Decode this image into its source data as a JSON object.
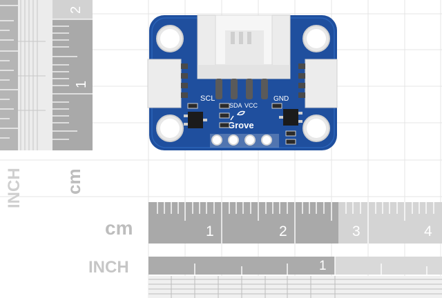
{
  "ruler": {
    "cm_unit": "cm",
    "inch_unit": "INCH",
    "cm_numbers": [
      "1",
      "2",
      "3",
      "4"
    ],
    "inch_numbers": [
      "1"
    ],
    "left_cm_numbers": [
      "1",
      "2"
    ]
  },
  "board": {
    "silkscreen": {
      "scl": "SCL",
      "sda": "SDA",
      "vcc": "VCC",
      "gnd": "GND",
      "brand": "Grove"
    }
  },
  "colors": {
    "pcb_blue": "#1f4f9e",
    "ruler_dark": "#a8a8a8",
    "ruler_light": "#d6d6d6",
    "grid": "#e2e2e2",
    "connector": "#ececec"
  }
}
